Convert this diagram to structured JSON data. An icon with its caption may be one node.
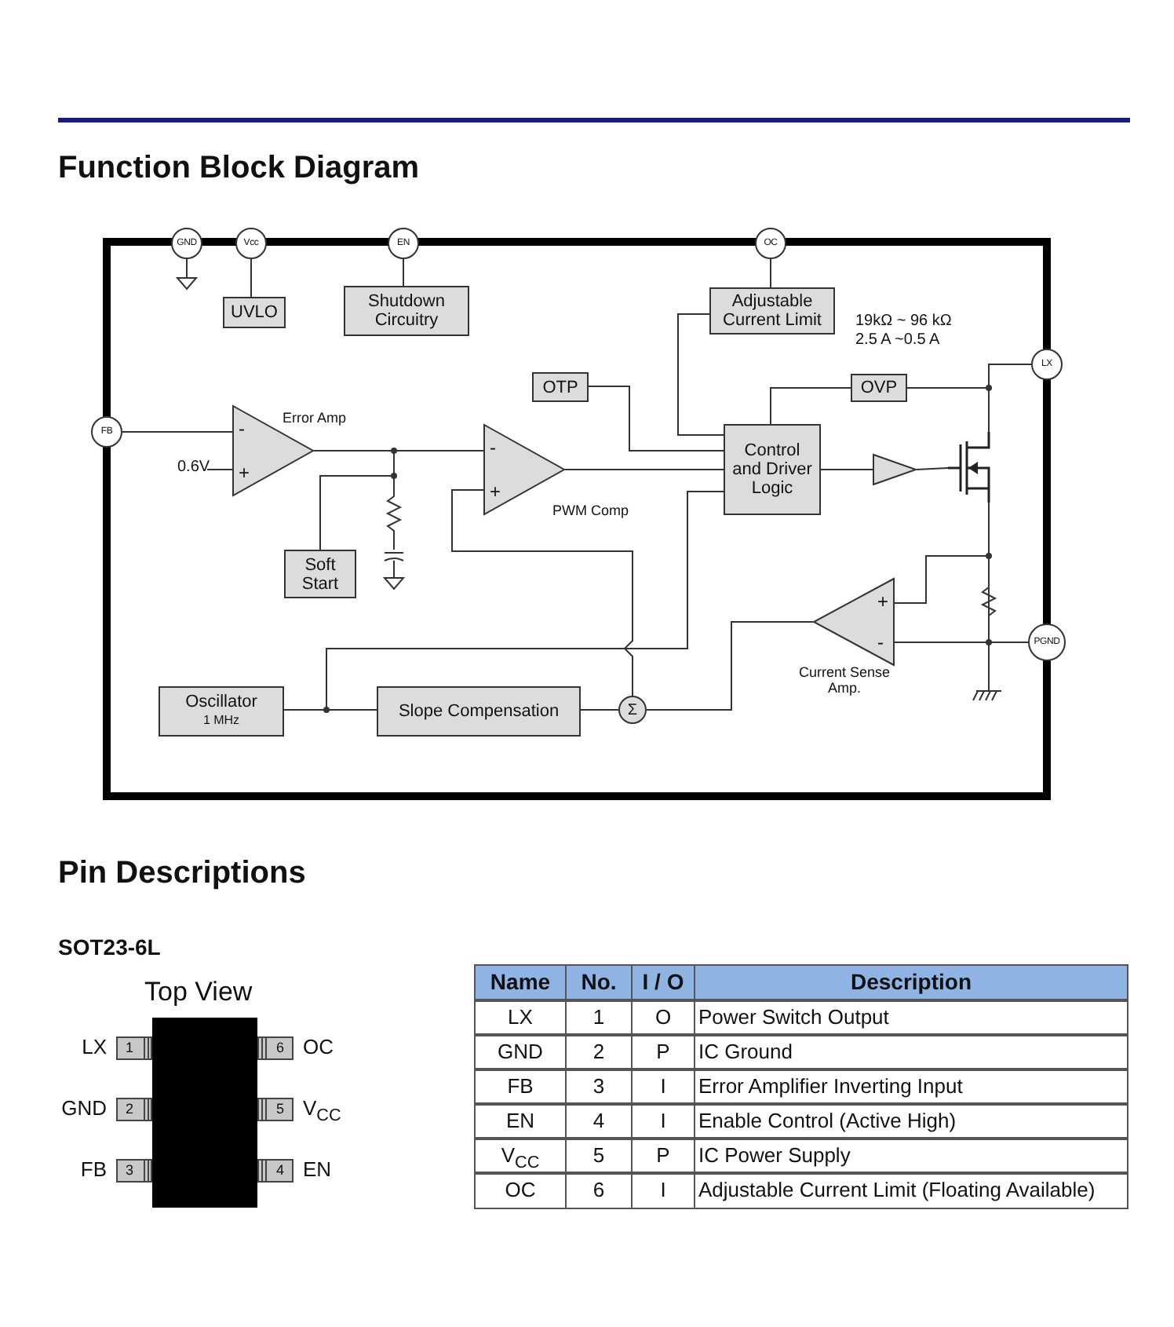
{
  "diagram": {
    "title": "Function Block Diagram",
    "nodes": [
      {
        "text": [
          "GND"
        ]
      },
      {
        "text": [
          "Vcc"
        ]
      },
      {
        "text": [
          "EN"
        ]
      },
      {
        "text": [
          "OC"
        ]
      },
      {
        "text": [
          "UVLO"
        ]
      },
      {
        "text": [
          "Shutdown Circuitry"
        ]
      },
      {
        "text": [
          "Adjustable Current Limit"
        ]
      },
      {
        "text": [
          "LX"
        ]
      },
      {
        "text": [
          "OTP"
        ]
      },
      {
        "text": [
          "OVP"
        ]
      },
      {
        "text": [
          "FB"
        ]
      },
      {
        "text": [
          "-",
          "+"
        ],
        "beside": [
          "Error Amp"
        ]
      },
      {
        "text": [
          "-",
          "+"
        ],
        "beside": [
          "PWM Comp"
        ]
      },
      {
        "text": [
          "Control and Driver Logic"
        ]
      },
      {
        "text": [],
        "shape": "triangle"
      },
      {
        "text": [],
        "shape": "transistor"
      },
      {
        "text": [
          "Soft Start"
        ]
      },
      {
        "text": [
          "+",
          "-"
        ],
        "beside": [
          "Current Sense Amp."
        ]
      },
      {
        "text": [
          "PGND"
        ]
      },
      {
        "text": [
          "Oscillator",
          "1 MHz"
        ]
      },
      {
        "text": [
          "Slope Compensation"
        ]
      },
      {
        "text": [
          "Σ"
        ]
      }
    ],
    "edges": [
      {
        "from": 1,
        "to": 4,
        "arrow": "none"
      },
      {
        "from": 2,
        "to": 5,
        "arrow": "none"
      },
      {
        "from": 3,
        "to": 6,
        "arrow": "none"
      },
      {
        "from": 6,
        "to": 13,
        "arrow": "none"
      },
      {
        "from": 8,
        "to": 13,
        "arrow": "none"
      },
      {
        "from": 9,
        "to": 13,
        "arrow": "none"
      },
      {
        "from": 7,
        "to": 9,
        "arrow": "none"
      },
      {
        "from": 7,
        "to": 15,
        "arrow": "none"
      },
      {
        "from": 10,
        "to": 11,
        "arrow": "none"
      },
      {
        "from": 11,
        "to": 12,
        "arrow": "none"
      },
      {
        "from": 16,
        "to": 11,
        "arrow": "none"
      },
      {
        "from": 12,
        "to": 13,
        "arrow": "none"
      },
      {
        "from": 13,
        "to": 14,
        "arrow": "none"
      },
      {
        "from": 14,
        "to": 15,
        "arrow": "none"
      },
      {
        "from": 15,
        "to": 17,
        "arrow": "none"
      },
      {
        "from": 15,
        "to": 18,
        "arrow": "none"
      },
      {
        "from": 18,
        "to": 17,
        "arrow": "none"
      },
      {
        "from": 17,
        "to": 21,
        "arrow": "none"
      },
      {
        "from": 19,
        "to": 20,
        "arrow": "none"
      },
      {
        "from": 20,
        "to": 21,
        "arrow": "none"
      },
      {
        "from": 21,
        "to": 12,
        "arrow": "none"
      },
      {
        "from": 19,
        "to": 13,
        "arrow": "none"
      }
    ],
    "labels": [
      "0.6V",
      "19kΩ ~ 96 kΩ",
      "2.5 A ~0.5 A",
      "Pin Descriptions",
      "SOT23-6L",
      "Top View",
      "LX",
      "1",
      "6",
      "OC",
      "GND",
      "2",
      "5",
      "V$_{CC}$",
      "FB",
      "3",
      "4",
      "EN",
      "Name",
      "No.",
      "I / O",
      "Description",
      "LX",
      "1",
      "O",
      "Power Switch Output",
      "GND",
      "2",
      "P",
      "IC Ground",
      "FB",
      "3",
      "I",
      "Error Amplifier Inverting Input",
      "EN",
      "4",
      "I",
      "Enable Control (Active High)",
      "V$_{CC}$",
      "5",
      "P",
      "IC Power Supply",
      "OC",
      "6",
      "I",
      "Adjustable Current Limit (Floating Available)"
    ]
  }
}
